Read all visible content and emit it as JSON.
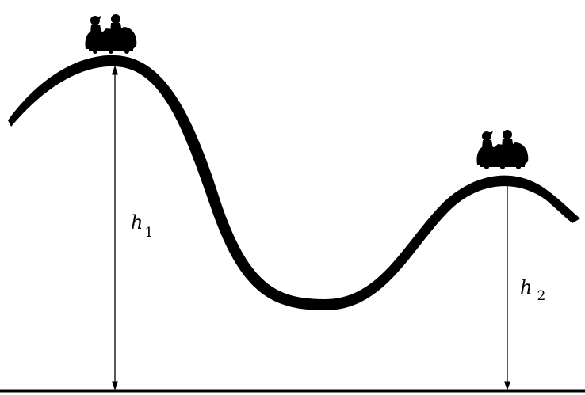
{
  "labels": {
    "h1": {
      "main": "h",
      "sub": "1"
    },
    "h2": {
      "main": "h",
      "sub": "2"
    }
  },
  "colors": {
    "ink": "#000000",
    "background": "#ffffff"
  },
  "objects": {
    "cart_left": "roller-coaster-cart",
    "cart_right": "roller-coaster-cart"
  }
}
